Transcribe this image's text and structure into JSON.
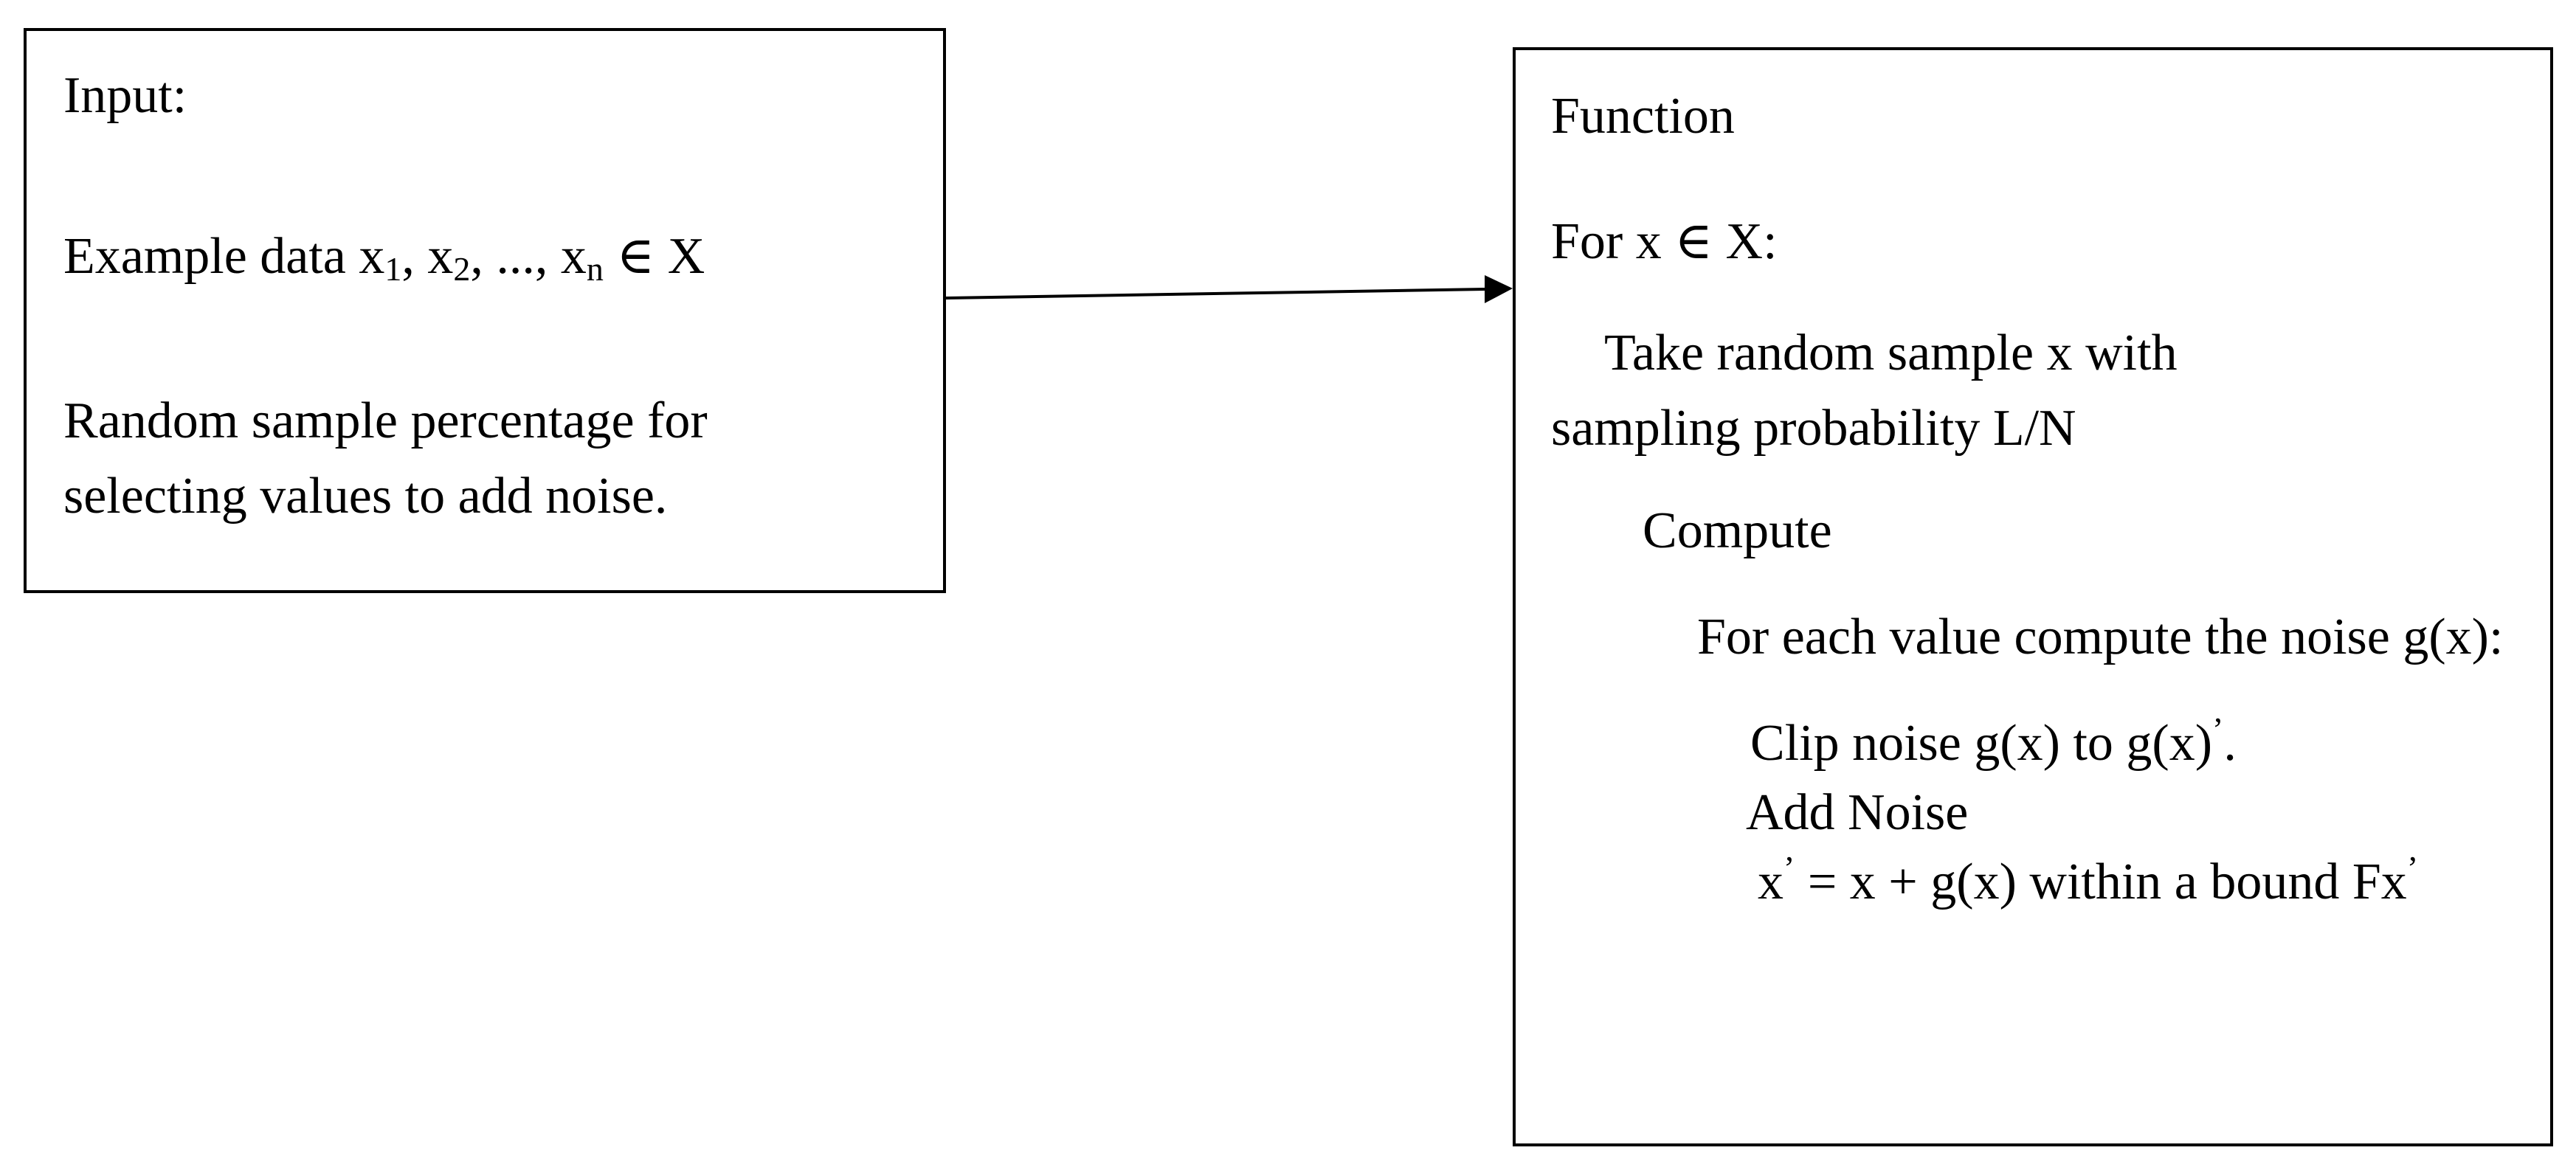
{
  "input_box": {
    "title": "Input:",
    "example_prefix": "Example data x",
    "sub1": "1",
    "sep1": ", x",
    "sub2": "2",
    "sep2": ", ..., x",
    "subn": "n",
    "example_suffix": " ∈ X",
    "random_sample_text": "Random sample percentage for selecting values to add noise."
  },
  "function_box": {
    "title": "Function",
    "for_loop": "For x ∈ X:",
    "take_sample": "Take random sample x with sampling probability L/N",
    "compute": "Compute",
    "for_each": "For each value compute the noise g(x):",
    "clip_prefix": "Clip noise g(x) to g(x)",
    "clip_prime": "’",
    "clip_suffix": ".",
    "add_noise": "Add Noise",
    "formula_x": "x",
    "formula_prime": "’",
    "formula_body": " = x + g(x) within a bound Fx",
    "formula_end_prime": "’"
  }
}
